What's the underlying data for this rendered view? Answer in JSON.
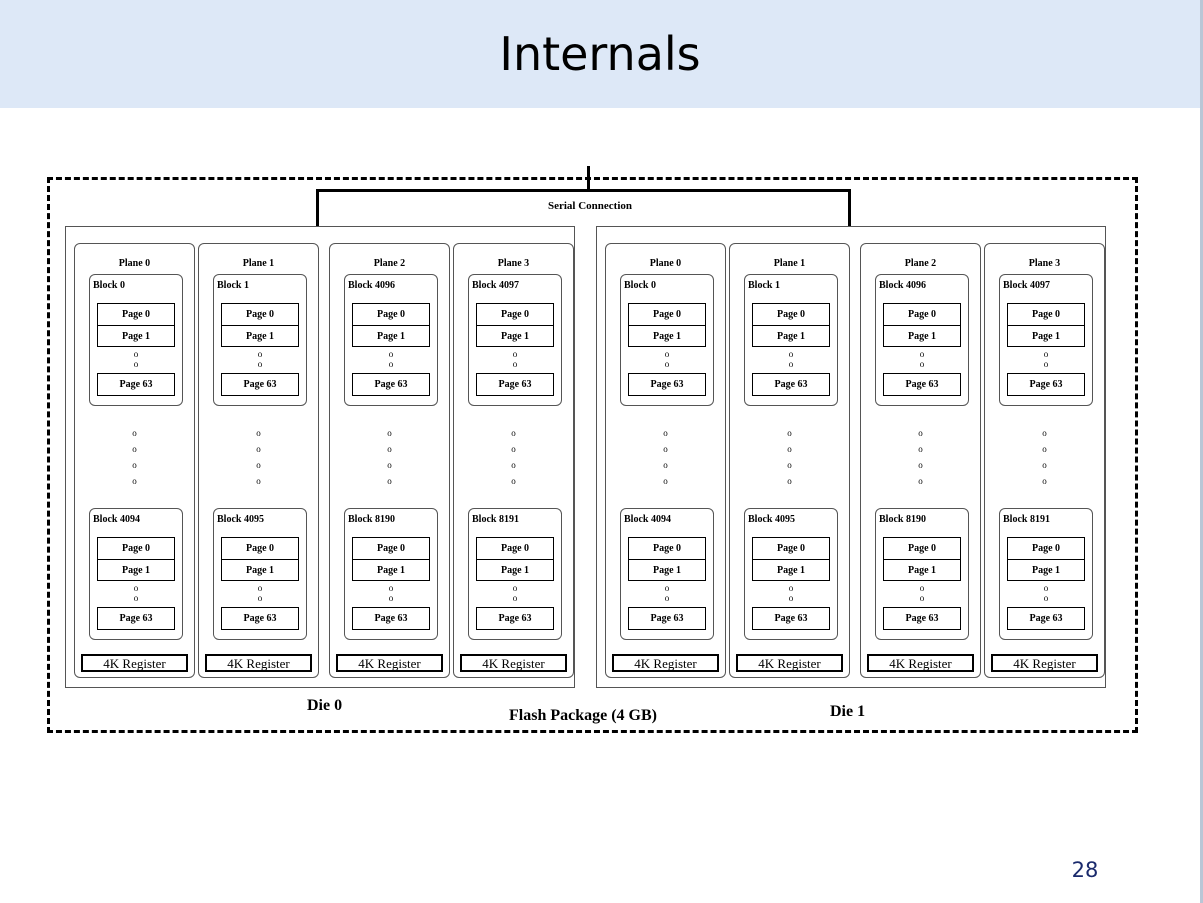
{
  "slide": {
    "title": "Internals",
    "page_number": "28"
  },
  "diagram": {
    "package_label": "Flash Package (4 GB)",
    "serial_label": "Serial Connection",
    "ellipsis_glyph": "o",
    "register_label": "4K Register",
    "page_labels": [
      "Page 0",
      "Page 1",
      "Page 63"
    ],
    "dies": [
      {
        "label": "Die 0",
        "planes": [
          {
            "label": "Plane 0",
            "blocks": [
              "Block 0",
              "Block 4094"
            ]
          },
          {
            "label": "Plane 1",
            "blocks": [
              "Block 1",
              "Block 4095"
            ]
          },
          {
            "label": "Plane 2",
            "blocks": [
              "Block 4096",
              "Block 8190"
            ]
          },
          {
            "label": "Plane 3",
            "blocks": [
              "Block 4097",
              "Block 8191"
            ]
          }
        ]
      },
      {
        "label": "Die 1",
        "planes": [
          {
            "label": "Plane 0",
            "blocks": [
              "Block 0",
              "Block 4094"
            ]
          },
          {
            "label": "Plane 1",
            "blocks": [
              "Block 1",
              "Block 4095"
            ]
          },
          {
            "label": "Plane 2",
            "blocks": [
              "Block 4096",
              "Block 8190"
            ]
          },
          {
            "label": "Plane 3",
            "blocks": [
              "Block 4097",
              "Block 8191"
            ]
          }
        ]
      }
    ]
  }
}
